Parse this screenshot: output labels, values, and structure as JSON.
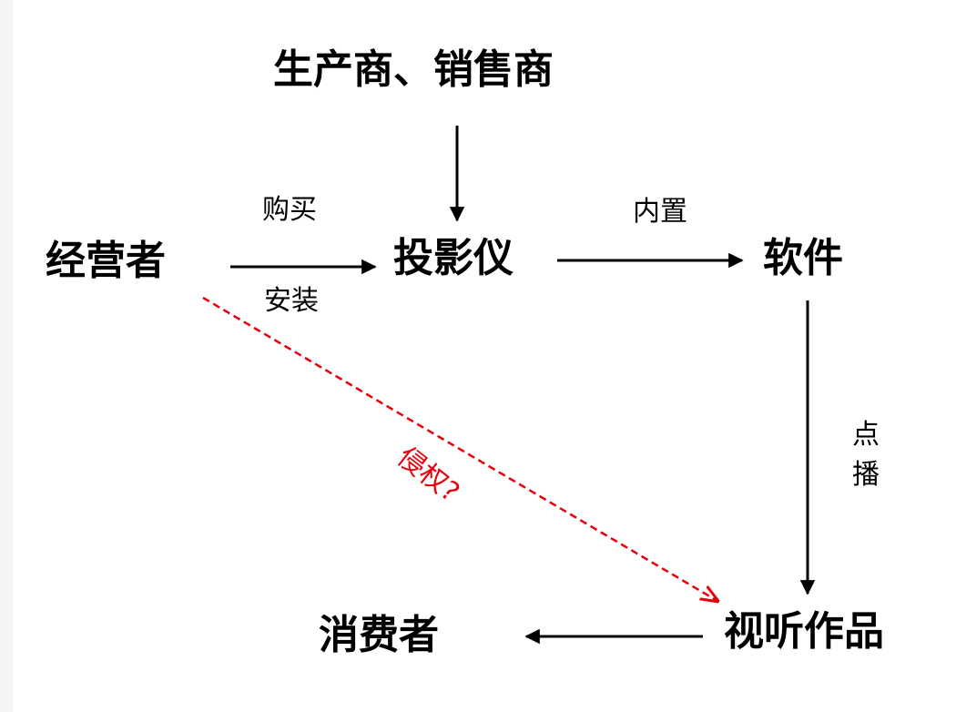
{
  "nodes": {
    "producer": "生产商、销售商",
    "operator": "经营者",
    "projector": "投影仪",
    "software": "软件",
    "consumer": "消费者",
    "works": "视听作品"
  },
  "edge_labels": {
    "buy": "购买",
    "install": "安装",
    "builtin": "内置",
    "ondemand": "点播",
    "infringe": "侵权?"
  },
  "colors": {
    "text": "#000000",
    "infringe": "#e8000b"
  }
}
